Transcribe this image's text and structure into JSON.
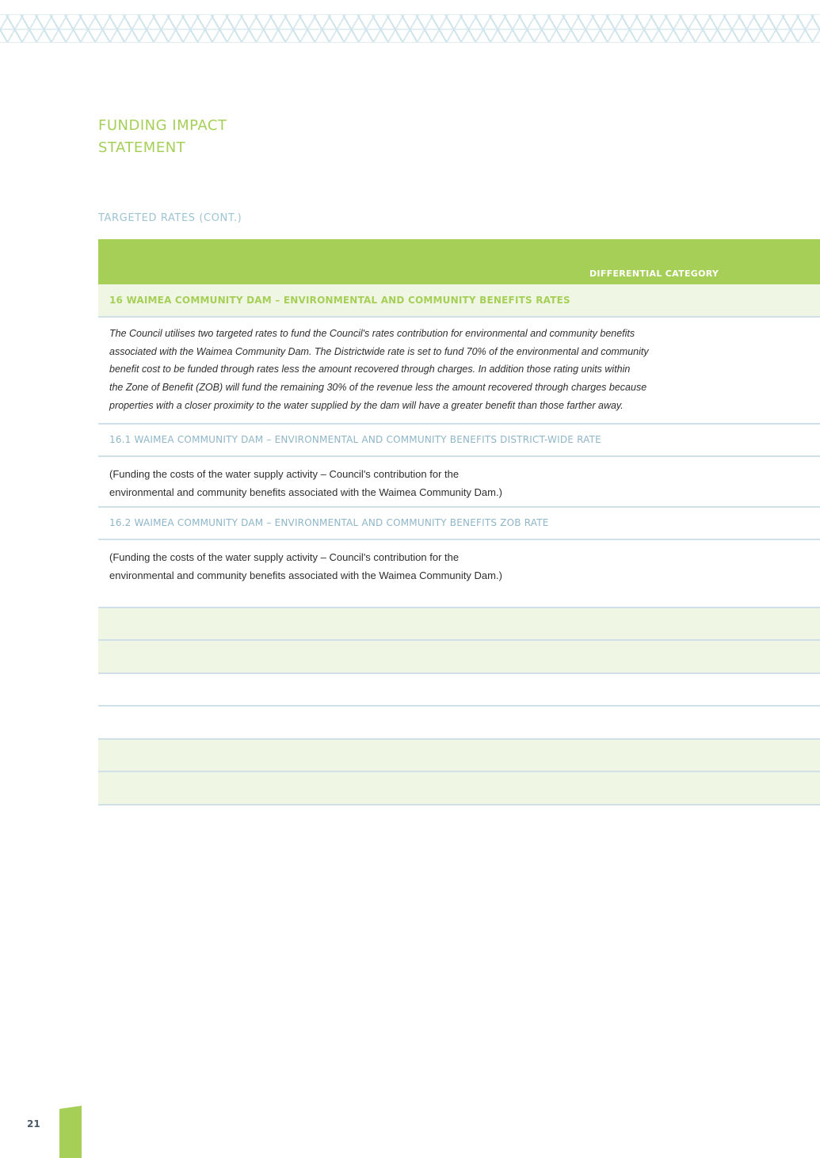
{
  "document": {
    "title_line1": "FUNDING IMPACT",
    "title_line2": "STATEMENT",
    "section": "TARGETED RATES (CONT.)",
    "page_number": "21"
  },
  "table": {
    "header_column": "DIFFERENTIAL CATEGORY",
    "main_heading": "16 WAIMEA COMMUNITY DAM – ENVIRONMENTAL AND COMMUNITY BENEFITS RATES",
    "description_lines": [
      "The Council utilises two targeted rates to fund the Council's rates contribution for environmental and community benefits",
      "associated with the Waimea Community Dam. The Districtwide rate is set to fund 70% of the environmental and community",
      "benefit cost to be funded through rates less the amount recovered through charges. In addition those rating units within",
      "the Zone of Benefit (ZOB) will fund the remaining 30% of the revenue less the amount recovered through charges because",
      "properties with a closer proximity to the water supplied by the dam will have a greater benefit than those farther away."
    ],
    "sub_rates": [
      {
        "heading": "16.1 WAIMEA COMMUNITY DAM – ENVIRONMENTAL AND COMMUNITY BENEFITS DISTRICT-WIDE RATE",
        "funding_line1": "(Funding the costs of the water supply activity – Council's contribution for the",
        "funding_line2": "environmental and community benefits associated with the Waimea Community Dam.)"
      },
      {
        "heading": "16.2 WAIMEA COMMUNITY DAM – ENVIRONMENTAL AND COMMUNITY BENEFITS ZOB RATE",
        "funding_line1": "(Funding the costs of the water supply activity – Council's contribution for the",
        "funding_line2": "environmental and community benefits associated with the Waimea Community Dam.)"
      }
    ]
  },
  "colors": {
    "accent_green": "#a6cf58",
    "light_green_row": "#f0f6e4",
    "subheading_blue": "#8fb6c8",
    "rule_blue": "#cfe0e8"
  }
}
